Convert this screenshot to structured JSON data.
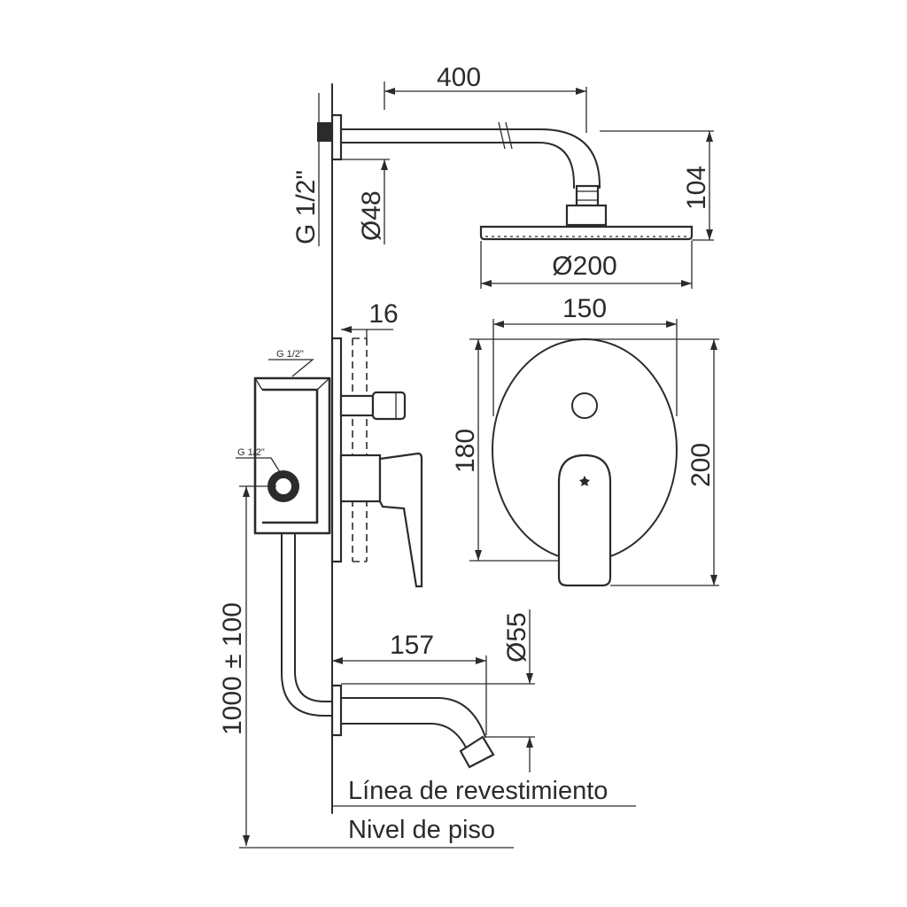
{
  "dimensions": {
    "arm_length": "400",
    "thread_top": "G 1/2\"",
    "flange_diameter": "Ø48",
    "head_height": "104",
    "head_diameter": "Ø200",
    "plate_depth": "16",
    "plate_width": "150",
    "plate_inner_height": "180",
    "plate_height": "200",
    "box_thread_top": "G 1/2\"",
    "box_thread_side": "G 1/2\"",
    "spout_length": "157",
    "spout_diameter": "Ø55",
    "install_height": "1000 ± 100"
  },
  "labels": {
    "finish_line": "Línea de revestimiento",
    "floor_level": "Nivel de piso"
  }
}
